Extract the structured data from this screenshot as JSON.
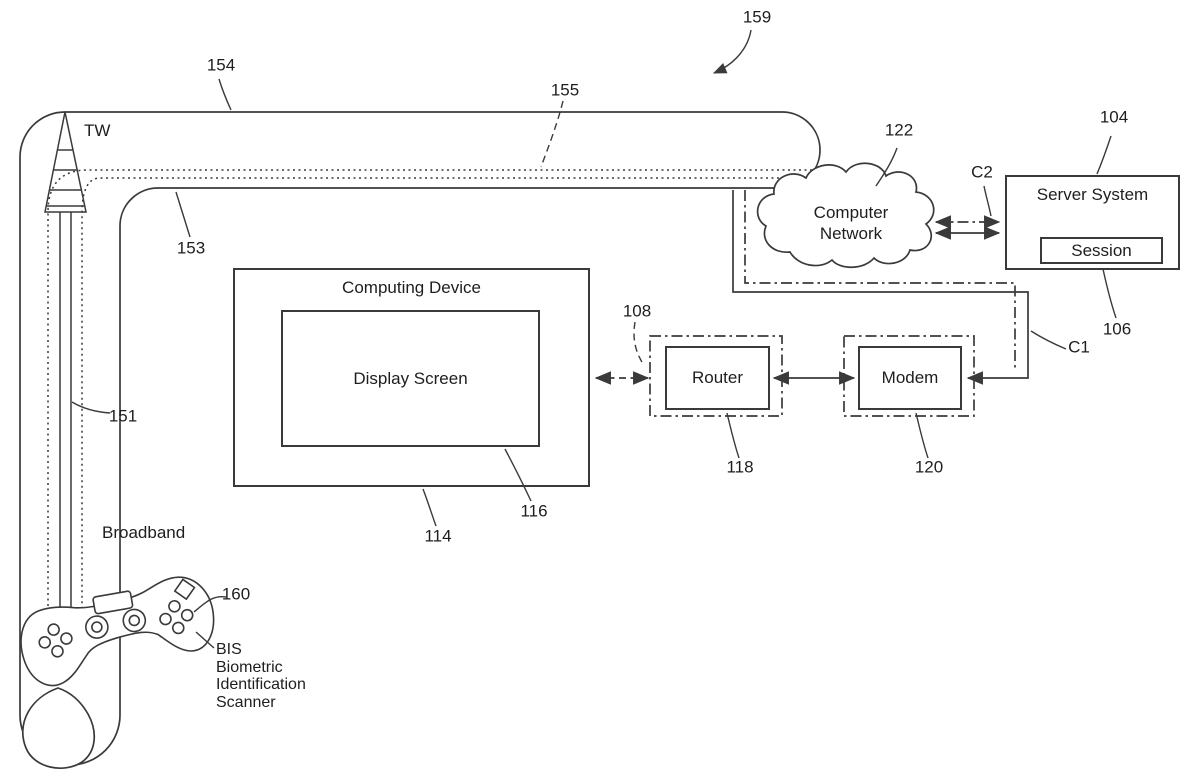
{
  "figure": {
    "type": "patent-network-diagram",
    "colors": {
      "line": "#3a3a3a",
      "text": "#1e1e1e",
      "background": "#ffffff"
    },
    "refs": {
      "r104": "104",
      "r106": "106",
      "r108": "108",
      "r114": "114",
      "r116": "116",
      "r118": "118",
      "r120": "120",
      "r122": "122",
      "r151": "151",
      "r153": "153",
      "r154": "154",
      "r155": "155",
      "r159": "159",
      "r160": "160"
    },
    "labels": {
      "tw": "TW",
      "broadband": "Broadband",
      "computing_device": "Computing Device",
      "display_screen": "Display Screen",
      "router": "Router",
      "modem": "Modem",
      "computer_network": [
        "Computer",
        "Network"
      ],
      "server_system": "Server System",
      "session": "Session",
      "c1": "C1",
      "c2": "C2",
      "bis": [
        "BIS",
        "Biometric",
        "Identification",
        "Scanner"
      ]
    },
    "icons": {
      "antenna": "beam-arrow-icon",
      "controller": "game-controller-icon",
      "network": "cloud-icon"
    }
  }
}
